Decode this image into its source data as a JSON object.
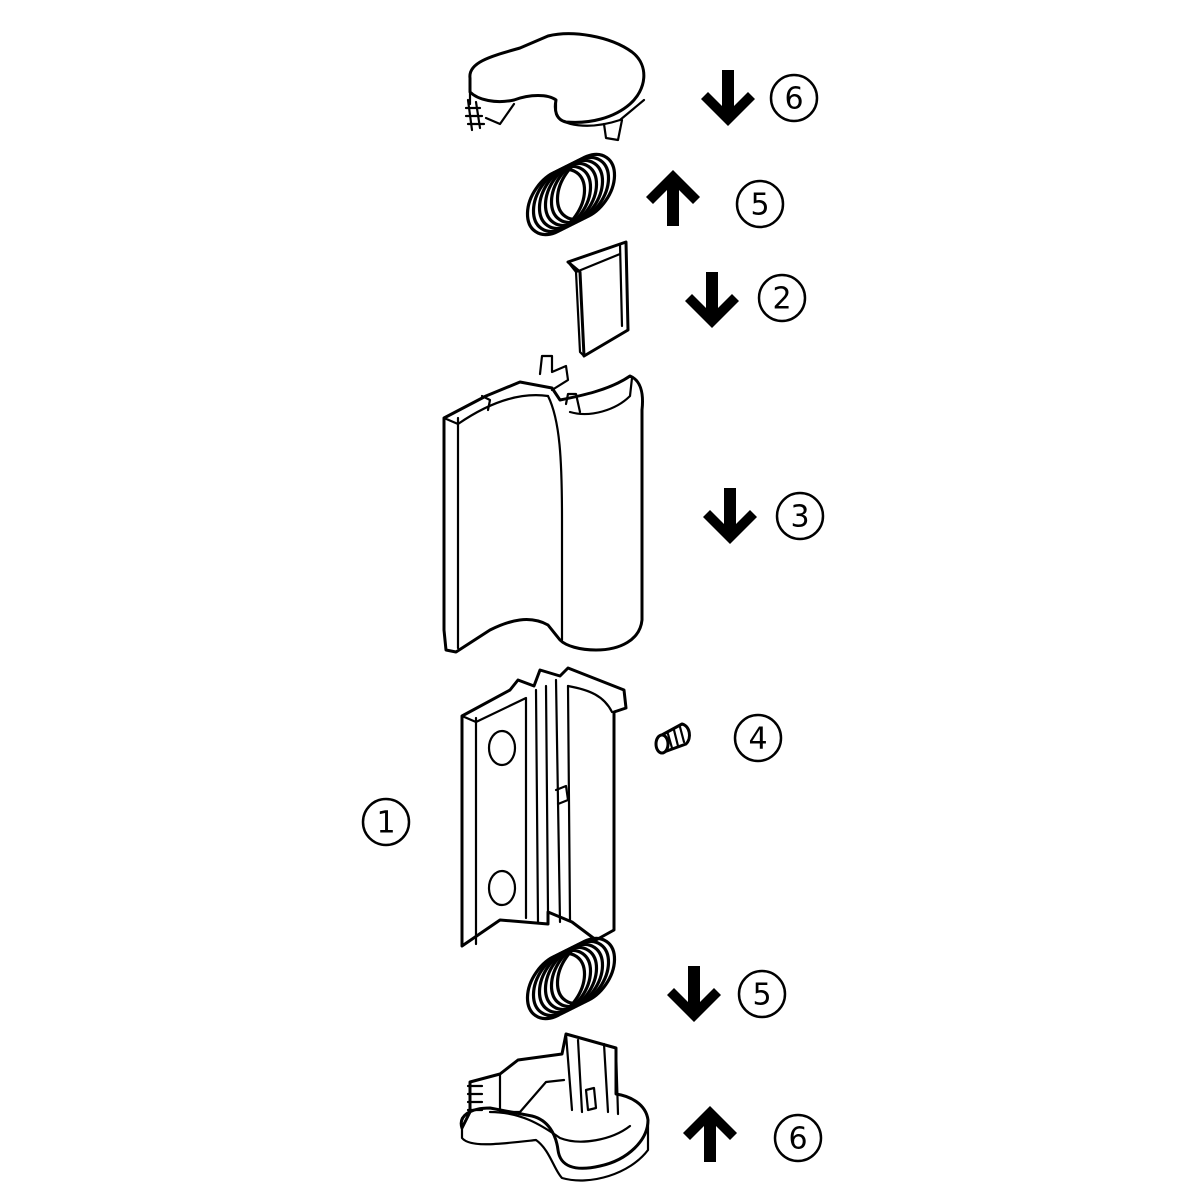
{
  "diagram": {
    "callouts": [
      {
        "id": "step-6-top",
        "label": "6",
        "direction": "down"
      },
      {
        "id": "step-5-top",
        "label": "5",
        "direction": "up"
      },
      {
        "id": "step-2",
        "label": "2",
        "direction": "down"
      },
      {
        "id": "step-3",
        "label": "3",
        "direction": "down"
      },
      {
        "id": "step-4",
        "label": "4",
        "direction": "none"
      },
      {
        "id": "part-1",
        "label": "1",
        "direction": "none"
      },
      {
        "id": "step-5-bottom",
        "label": "5",
        "direction": "down"
      },
      {
        "id": "step-6-bottom",
        "label": "6",
        "direction": "up"
      }
    ],
    "colors": {
      "line": "#000000",
      "fill": "#ffffff"
    }
  }
}
